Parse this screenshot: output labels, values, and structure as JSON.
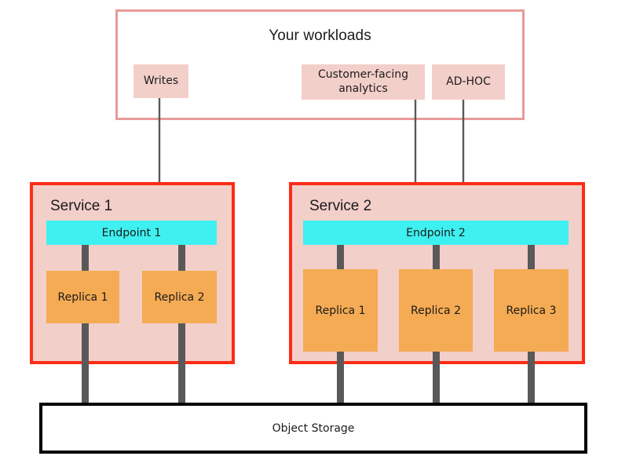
{
  "diagram": {
    "workloads": {
      "title": "Your workloads",
      "border_color": "#e89a9a",
      "chips": [
        {
          "label": "Writes",
          "fill": "#f3cfca"
        },
        {
          "label": "Customer-facing analytics",
          "fill": "#f3cfca"
        },
        {
          "label": "AD-HOC",
          "fill": "#f3cfca"
        }
      ]
    },
    "services": [
      {
        "title": "Service 1",
        "border_color": "#fc2d18",
        "fill": "#f3cfca",
        "endpoint": {
          "label": "Endpoint 1",
          "fill": "#3ff0f0"
        },
        "replicas": [
          {
            "label": "Replica 1",
            "fill": "#f5ab53"
          },
          {
            "label": "Replica 2",
            "fill": "#f5ab53"
          }
        ]
      },
      {
        "title": "Service 2",
        "border_color": "#fc2d18",
        "fill": "#f3cfca",
        "endpoint": {
          "label": "Endpoint 2",
          "fill": "#3ff0f0"
        },
        "replicas": [
          {
            "label": "Replica 1",
            "fill": "#f5ab53"
          },
          {
            "label": "Replica 2",
            "fill": "#f5ab53"
          },
          {
            "label": "Replica 3",
            "fill": "#f5ab53"
          }
        ]
      }
    ],
    "storage": {
      "label": "Object Storage",
      "border_color": "#000000",
      "fill": "#ffffff"
    },
    "connector_color": "#595959",
    "arrows": [
      {
        "from": "Writes",
        "to": "Endpoint 1"
      },
      {
        "from": "Customer-facing analytics",
        "to": "Endpoint 2"
      },
      {
        "from": "AD-HOC",
        "to": "Endpoint 2"
      }
    ]
  }
}
